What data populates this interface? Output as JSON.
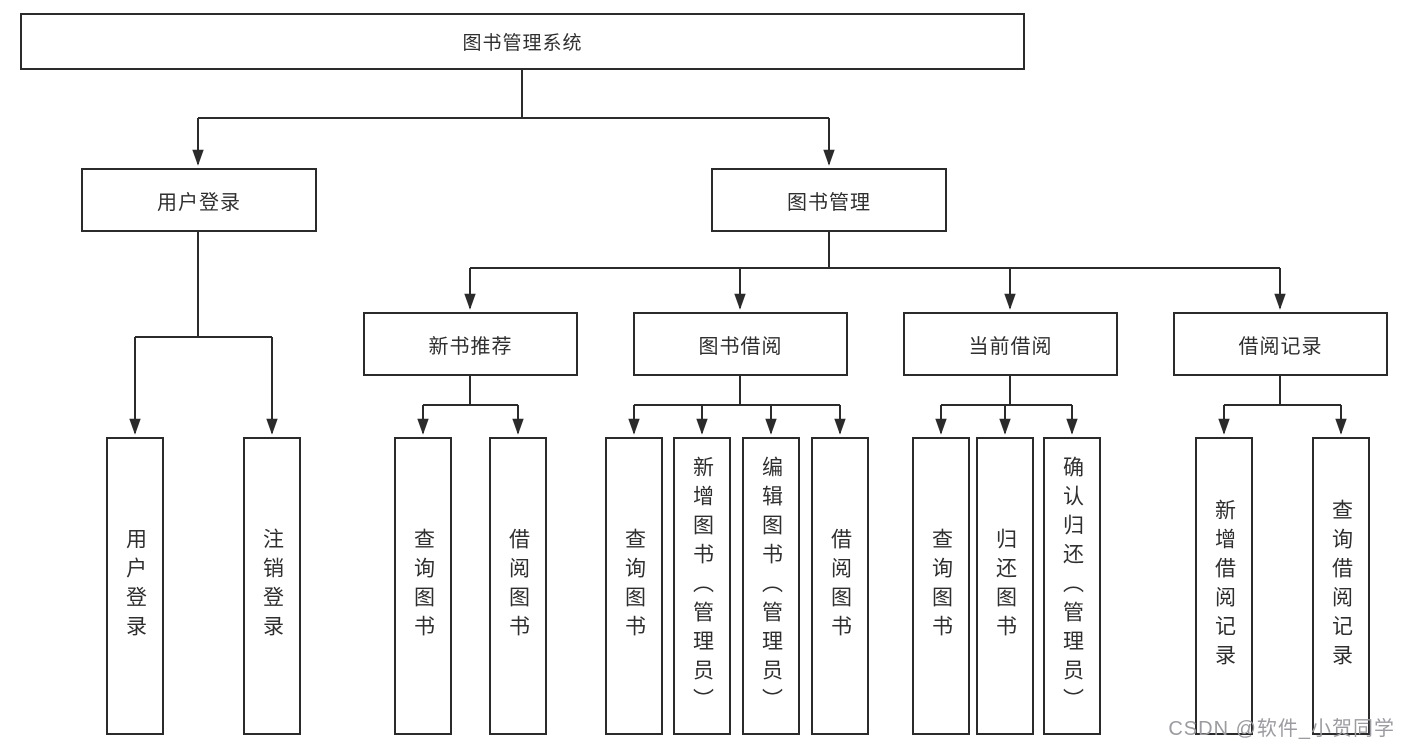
{
  "diagram": {
    "type": "tree",
    "title": "图书管理系统",
    "watermark": "CSDN @软件_小贺同学",
    "colors": {
      "background": "#ffffff",
      "line": "#2b2b2b",
      "box_border": "#2b2b2b",
      "box_fill": "#ffffff",
      "text": "#2f2f2f",
      "watermark": "#9b9ba1"
    },
    "nodes": {
      "root": {
        "label": "图书管理系统"
      },
      "level2": [
        {
          "label": "用户登录",
          "parent": "图书管理系统"
        },
        {
          "label": "图书管理",
          "parent": "图书管理系统"
        }
      ],
      "level3": [
        {
          "label": "新书推荐",
          "parent": "图书管理"
        },
        {
          "label": "图书借阅",
          "parent": "图书管理"
        },
        {
          "label": "当前借阅",
          "parent": "图书管理"
        },
        {
          "label": "借阅记录",
          "parent": "图书管理"
        }
      ],
      "leaves": [
        {
          "label": "用户登录",
          "parent": "用户登录"
        },
        {
          "label": "注销登录",
          "parent": "用户登录"
        },
        {
          "label": "查询图书",
          "parent": "新书推荐"
        },
        {
          "label": "借阅图书",
          "parent": "新书推荐"
        },
        {
          "label": "查询图书",
          "parent": "图书借阅"
        },
        {
          "label": "新增图书（管理员）",
          "parent": "图书借阅"
        },
        {
          "label": "编辑图书（管理员）",
          "parent": "图书借阅"
        },
        {
          "label": "借阅图书",
          "parent": "图书借阅"
        },
        {
          "label": "查询图书",
          "parent": "当前借阅"
        },
        {
          "label": "归还图书",
          "parent": "当前借阅"
        },
        {
          "label": "确认归还（管理员）",
          "parent": "当前借阅"
        },
        {
          "label": "新增借阅记录",
          "parent": "借阅记录"
        },
        {
          "label": "查询借阅记录",
          "parent": "借阅记录"
        }
      ]
    }
  }
}
